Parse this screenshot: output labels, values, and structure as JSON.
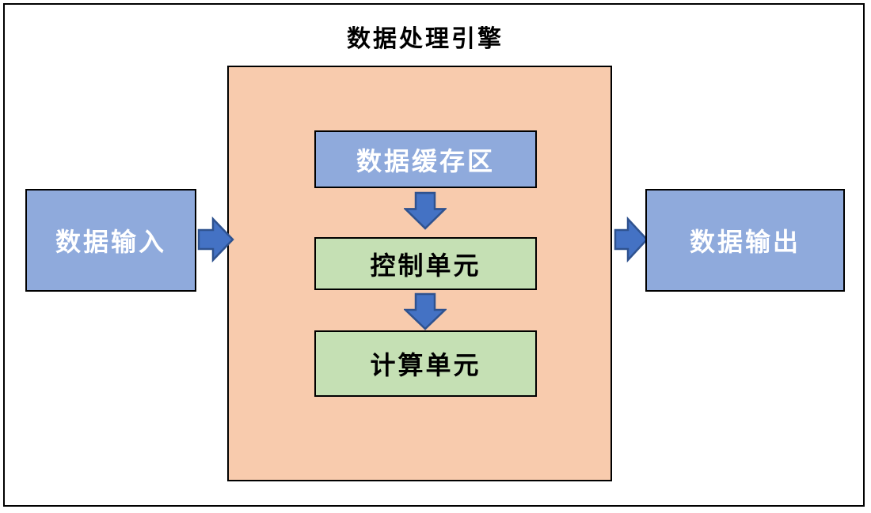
{
  "diagram": {
    "title": "数据处理引擎",
    "container": {
      "id": "engine",
      "fill": "#F8CBAD",
      "border": "#000000"
    },
    "nodes": [
      {
        "id": "data-input",
        "label": "数据输入",
        "fill": "#8FAADC",
        "text_color": "#FFFFFF"
      },
      {
        "id": "data-buffer",
        "label": "数据缓存区",
        "fill": "#8FAADC",
        "text_color": "#FFFFFF"
      },
      {
        "id": "control-unit",
        "label": "控制单元",
        "fill": "#C5E0B4",
        "text_color": "#000000"
      },
      {
        "id": "compute-unit",
        "label": "计算单元",
        "fill": "#C5E0B4",
        "text_color": "#000000"
      },
      {
        "id": "data-output",
        "label": "数据输出",
        "fill": "#8FAADC",
        "text_color": "#FFFFFF"
      }
    ],
    "edges": [
      {
        "from": "data-input",
        "to": "engine",
        "direction": "right"
      },
      {
        "from": "data-buffer",
        "to": "control-unit",
        "direction": "down"
      },
      {
        "from": "control-unit",
        "to": "compute-unit",
        "direction": "down"
      },
      {
        "from": "engine",
        "to": "data-output",
        "direction": "right"
      }
    ],
    "colors": {
      "background": "#FFFFFF",
      "frame_border": "#000000",
      "engine_fill": "#F8CBAD",
      "node_blue": "#8FAADC",
      "node_green": "#C5E0B4",
      "arrow_fill": "#4472C4",
      "arrow_stroke": "#2F528F"
    }
  }
}
